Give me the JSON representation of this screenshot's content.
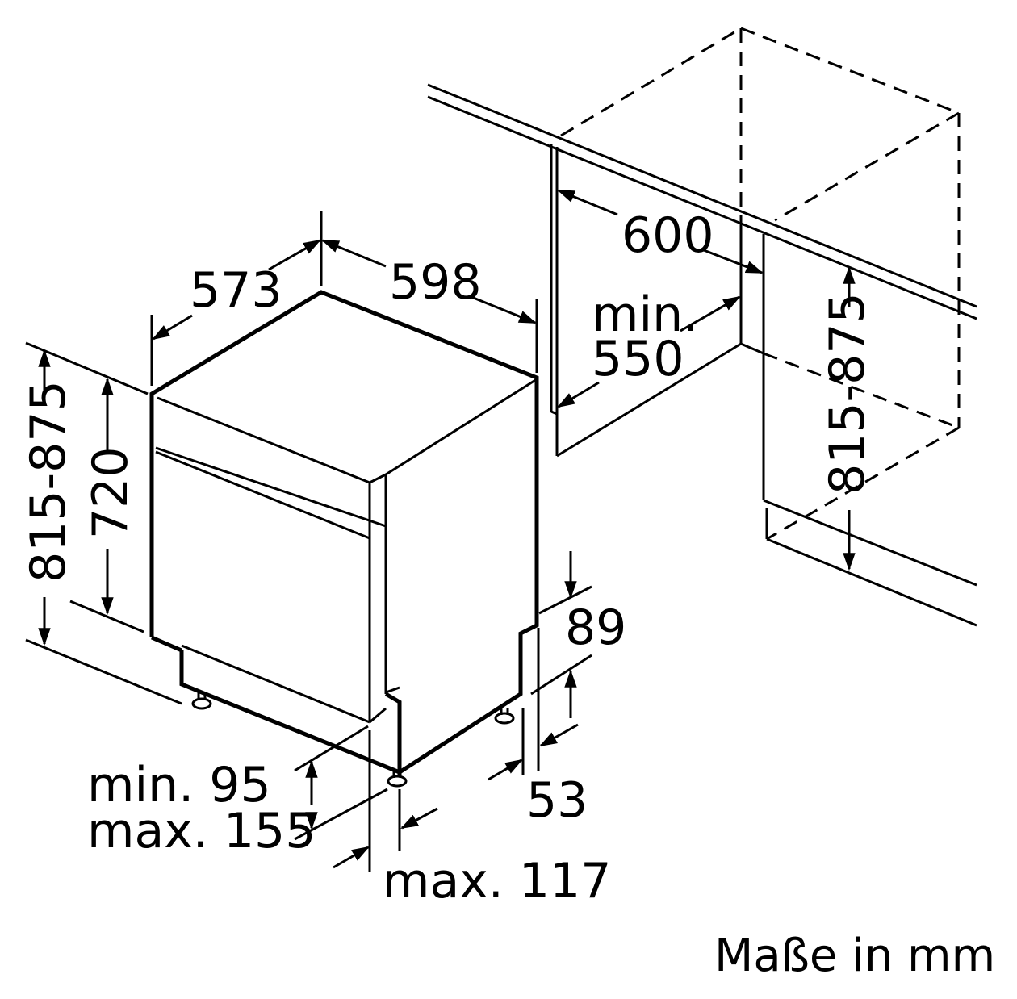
{
  "dimensions": {
    "depth_573": "573",
    "width_598": "598",
    "niche_width_600": "600",
    "niche_depth_min_line1": "min.",
    "niche_depth_min_line2": "550",
    "height_left": "815-875",
    "body_height_720": "720",
    "niche_height": "815-875",
    "plinth_89": "89",
    "offset_53": "53",
    "plinth_min_line1": "min. 95",
    "plinth_max_line2": "max. 155",
    "door_max_117": "max. 117"
  },
  "units_note": "Maße in mm",
  "colors": {
    "line": "#000000",
    "background": "#ffffff"
  }
}
